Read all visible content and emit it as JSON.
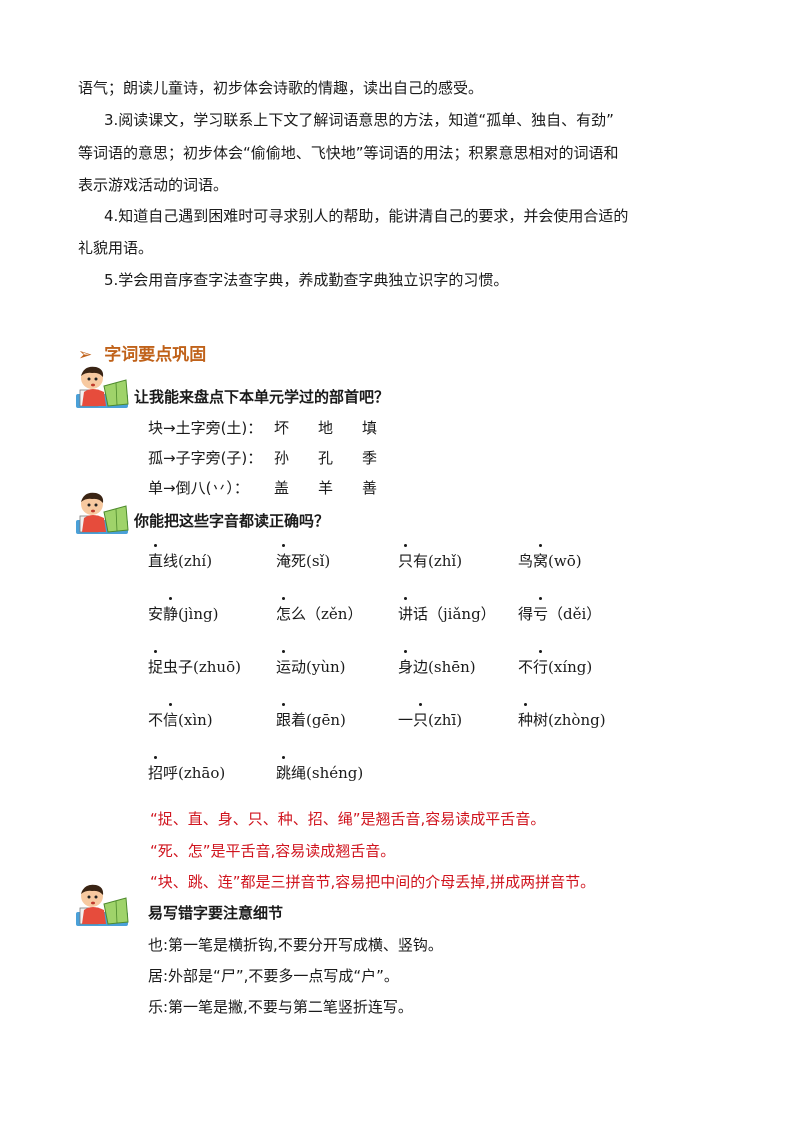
{
  "objectives": {
    "line1": "语气；朗读儿童诗，初步体会诗歌的情趣，读出自己的感受。",
    "line2": "3.阅读课文，学习联系上下文了解词语意思的方法，知道“孤单、独自、有劲”",
    "line3": "等词语的意思；初步体会“偷偷地、飞快地”等词语的用法；积累意思相对的词语和",
    "line4": "表示游戏活动的词语。",
    "line5": "4.知道自己遇到困难时可寻求别人的帮助，能讲清自己的要求，并会使用合适的",
    "line6": "礼貌用语。",
    "line7": "5.学会用音序查字法查字典，养成勤查字典独立识字的习惯。"
  },
  "section": {
    "arrow": "➢",
    "title": "字词要点巩固"
  },
  "radicals": {
    "question": "让我能来盘点下本单元学过的部首吧？",
    "rows": [
      {
        "label": "块→土字旁(土)：",
        "examples": [
          "坏",
          "地",
          "填"
        ]
      },
      {
        "label": "孤→子字旁(子)：",
        "examples": [
          "孙",
          "孔",
          "季"
        ]
      },
      {
        "label": "单→倒八(丷）：",
        "examples": [
          "盖",
          "羊",
          "善"
        ]
      }
    ]
  },
  "pronunciation": {
    "question": "你能把这些字音都读正确吗？",
    "rows": [
      [
        {
          "pre": "",
          "dot": "直",
          "post": "线(zhí)"
        },
        {
          "pre": "",
          "dot": "淹",
          "post": "死(sǐ)"
        },
        {
          "pre": "",
          "dot": "只",
          "post": "有(zhǐ)"
        },
        {
          "pre": "鸟",
          "dot": "窝",
          "post": "(wō)"
        }
      ],
      [
        {
          "pre": "安",
          "dot": "静",
          "post": "(jìng)"
        },
        {
          "pre": "",
          "dot": "怎",
          "post": "么（zěn）"
        },
        {
          "pre": "",
          "dot": "讲",
          "post": "话（jiǎng）"
        },
        {
          "pre": "得",
          "dot": "亏",
          "post": "（děi）"
        }
      ],
      [
        {
          "pre": "",
          "dot": "捉",
          "post": "虫子(zhuō)"
        },
        {
          "pre": "",
          "dot": "运",
          "post": "动(yùn)"
        },
        {
          "pre": "",
          "dot": "身",
          "post": "边(shēn)"
        },
        {
          "pre": "不",
          "dot": "行",
          "post": "(xíng)"
        }
      ],
      [
        {
          "pre": "不",
          "dot": "信",
          "post": "(xìn)"
        },
        {
          "pre": "",
          "dot": "跟",
          "post": "着(gēn)"
        },
        {
          "pre": "一",
          "dot": "只",
          "post": "(zhī)"
        },
        {
          "pre": "",
          "dot": "种",
          "post": "树(zhòng)"
        }
      ],
      [
        {
          "pre": "",
          "dot": "招",
          "post": "呼(zhāo)"
        },
        {
          "pre": "",
          "dot": "跳",
          "post": "绳(shéng)"
        }
      ]
    ],
    "notes": [
      "“捉、直、身、只、种、招、绳”是翘舌音,容易读成平舌音。",
      "“死、怎”是平舌音,容易读成翘舌音。",
      "“块、跳、连”都是三拼音节,容易把中间的介母丢掉,拼成两拼音节。"
    ],
    "note_color": "#d0141e"
  },
  "writing": {
    "question": "易写错字要注意细节",
    "items": [
      "也:第一笔是横折钩,不要分开写成横、竖钩。",
      "居:外部是“尸”,不要多一点写成“户”。",
      "乐:第一笔是撇,不要与第二笔竖折连写。"
    ]
  }
}
